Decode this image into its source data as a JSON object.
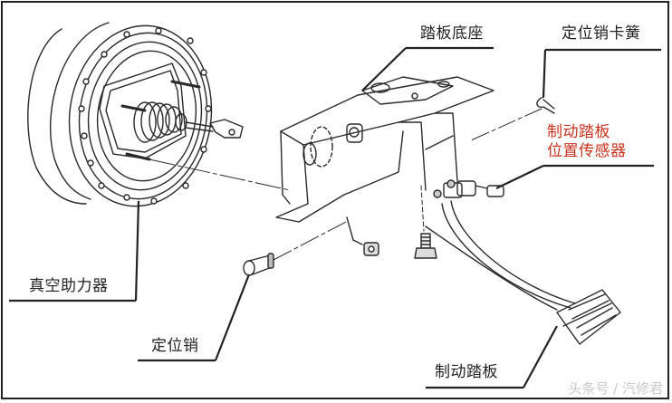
{
  "diagram": {
    "type": "exploded-view technical illustration",
    "subject": "brake pedal assembly with vacuum booster",
    "colors": {
      "label_text": "#222222",
      "highlight_label": "#c8321e",
      "linework": "#2a2a2a",
      "watermark": "#c9c9c9"
    }
  },
  "labels": {
    "pedal_bracket": "踏板底座",
    "pin_clip": "定位销卡簧",
    "position_sensor_line1": "制动踏板",
    "position_sensor_line2": "位置传感器",
    "vacuum_booster": "真空助力器",
    "locating_pin": "定位销",
    "brake_pedal": "制动踏板"
  },
  "watermark": "头条号 / 汽修君"
}
